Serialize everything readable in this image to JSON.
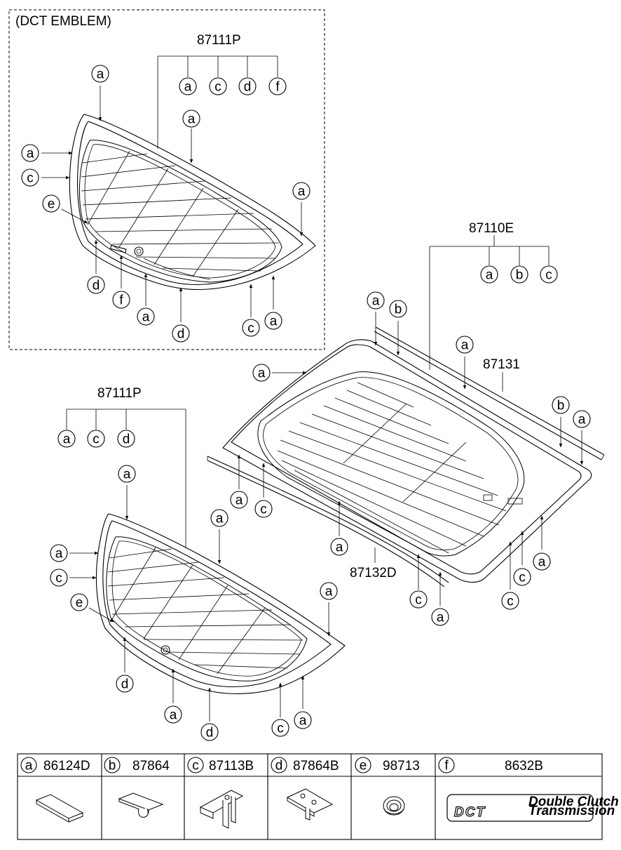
{
  "section_title": "(DCT EMBLEM)",
  "part_numbers": {
    "top_glass": "87111P",
    "lower_glass": "87111P",
    "main_glass": "87110E",
    "molding_upper": "87131",
    "molding_lower": "87132D"
  },
  "bracket_letters": {
    "top_glass": [
      "a",
      "c",
      "d",
      "f"
    ],
    "lower_glass": [
      "a",
      "c",
      "d"
    ],
    "main_glass": [
      "a",
      "b",
      "c"
    ]
  },
  "legend": [
    {
      "letter": "a",
      "part": "86124D"
    },
    {
      "letter": "b",
      "part": "87864"
    },
    {
      "letter": "c",
      "part": "87113B"
    },
    {
      "letter": "d",
      "part": "87864B"
    },
    {
      "letter": "e",
      "part": "98713"
    },
    {
      "letter": "f",
      "part": "8632B"
    }
  ],
  "emblem": {
    "logo": "DCT",
    "line1": "Double Clutch",
    "line2": "Transmission"
  }
}
